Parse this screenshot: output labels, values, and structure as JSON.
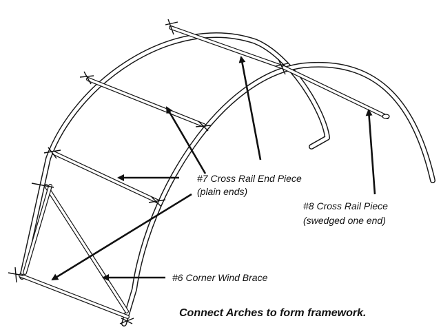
{
  "labels": {
    "cross_rail_end": "#7 Cross Rail End Piece",
    "cross_rail_end_note": "(plain ends)",
    "cross_rail": "#8 Cross Rail Piece",
    "cross_rail_note": "(swedged one end)",
    "corner_brace": "#6 Corner Wind Brace",
    "instruction": "Connect Arches to form framework."
  }
}
